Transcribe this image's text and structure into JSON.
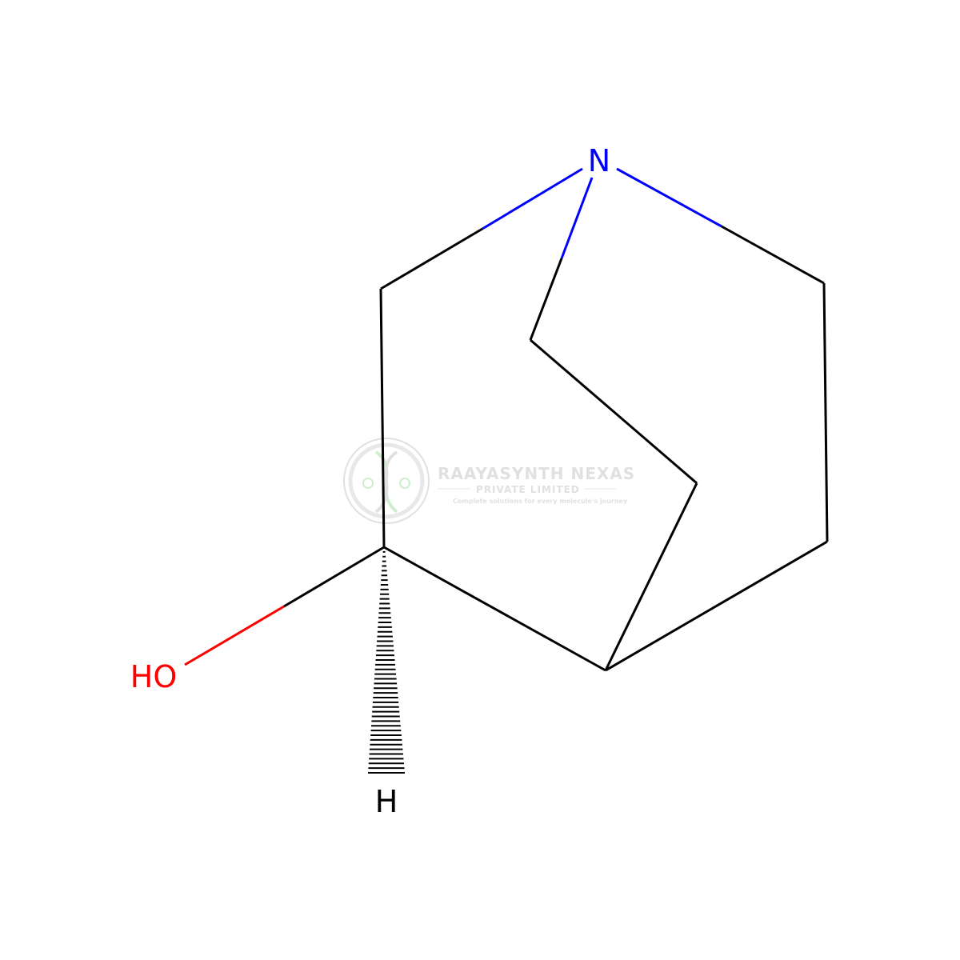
{
  "molecule": {
    "atoms": {
      "nitrogen": {
        "label": "N",
        "color": "#0000ff"
      },
      "hydroxyl": {
        "label": "HO",
        "color": "#ff0000"
      },
      "hydrogen": {
        "label": "H",
        "color": "#000000"
      }
    },
    "bond_color": "#000000"
  },
  "watermark": {
    "title": "RAAYASYNTH NEXAS",
    "subtitle": "PRIVATE LIMITED",
    "tagline": "Complete solutions for every molecule's journey",
    "color": "#c8c8c8",
    "logo_accent": "#a8e0a8"
  }
}
